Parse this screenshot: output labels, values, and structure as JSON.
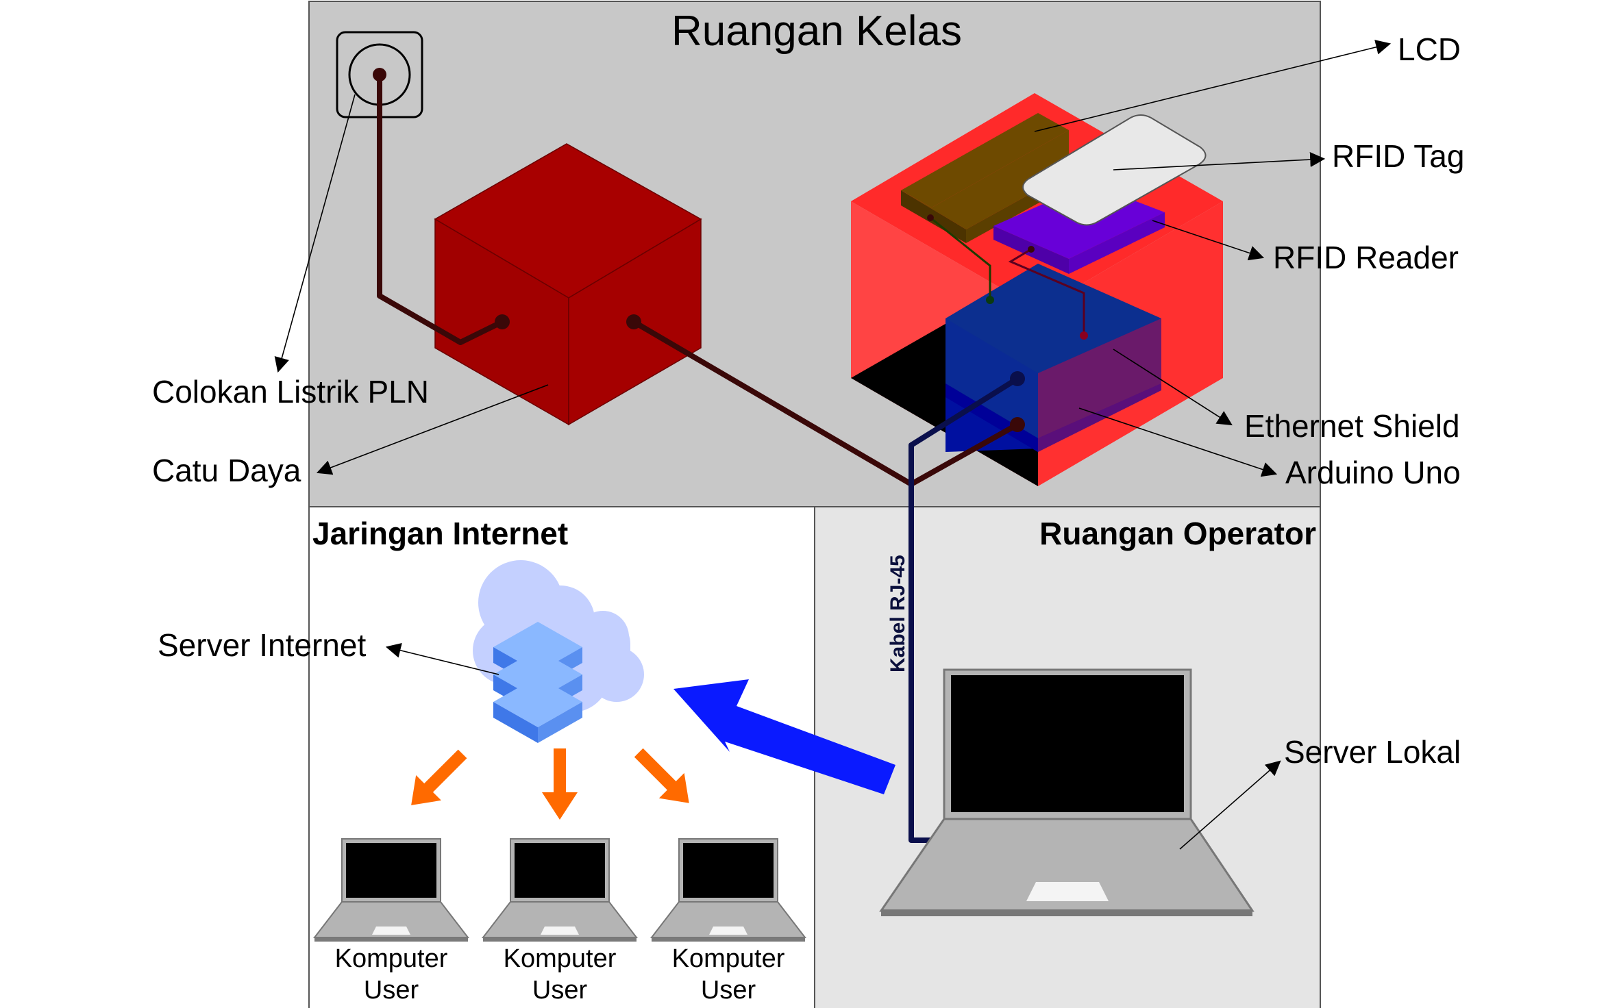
{
  "rooms": {
    "classroom": {
      "title": "Ruangan Kelas",
      "fill": "#c8c8c8"
    },
    "internet": {
      "title": "Jaringan Internet",
      "fill": "#ffffff"
    },
    "operator": {
      "title": "Ruangan Operator",
      "fill": "#e5e5e5"
    }
  },
  "labels": {
    "power_outlet": "Colokan Listrik PLN",
    "power_supply": "Catu Daya",
    "lcd": "LCD",
    "rfid_tag": "RFID Tag",
    "rfid_reader": "RFID Reader",
    "ethernet_shield": "Ethernet Shield",
    "arduino_uno": "Arduino Uno",
    "internet_server": "Server Internet",
    "local_server": "Server Lokal",
    "cable": "Kabel RJ-45"
  },
  "user_computers": [
    {
      "line1": "Komputer",
      "line2": "User"
    },
    {
      "line1": "Komputer",
      "line2": "User"
    },
    {
      "line1": "Komputer",
      "line2": "User"
    }
  ],
  "icons": {
    "outlet": "power-outlet-icon",
    "cloud": "cloud-server-icon",
    "laptop": "laptop-icon",
    "upload_arrow": "arrow-icon",
    "distribution_arrow": "arrow-icon"
  },
  "colors": {
    "power_cable": "#3a0808",
    "network_cable": "#0a0f4c",
    "power_supply_box": "#a30000",
    "enclosure": "#ff2a2a",
    "lcd": "#6e4a00",
    "rfid_reader": "#6a00d8",
    "ethernet_shield": "#1030a0",
    "arduino": "#1a1aa8",
    "upload_arrow": "#0a1aff",
    "distribution_arrow": "#ff6a00",
    "server_stack": "#4f8ff0",
    "cloud": "#c4d0ff"
  }
}
